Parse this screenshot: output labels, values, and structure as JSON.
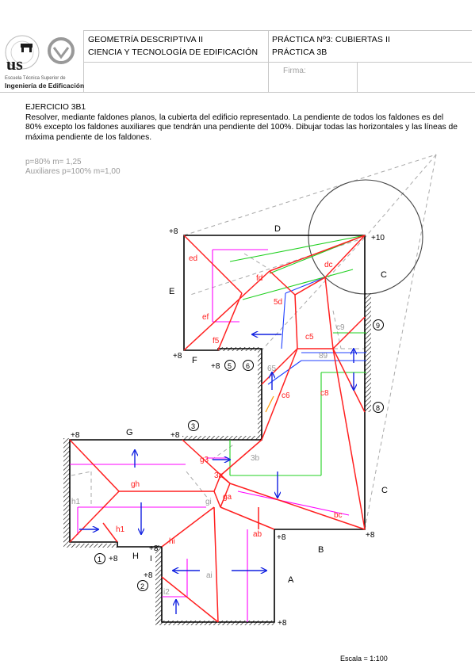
{
  "header": {
    "course": "GEOMETRÍA DESCRIPTIVA II",
    "degree": "CIENCIA Y TECNOLOGÍA DE EDIFICACIÓN",
    "practice": "PRÁCTICA Nº3: CUBIERTAS II",
    "practice_sub": "PRÁCTICA 3B",
    "firma": "Firma:",
    "logo_school_small": "Escuela Técnica Superior de",
    "logo_school_big": "Ingeniería de Edificación",
    "logo_letters": "us"
  },
  "exercise": {
    "title": "EJERCICIO 3B1",
    "body": "Resolver, mediante faldones planos, la cubierta del edificio representado. La pendiente de todos los faldones es del 80% excepto los faldones auxiliares que tendrán una pendiente del 100%. Dibujar todas las horizontales y las líneas de máxima pendiente de los faldones."
  },
  "params": {
    "main": "p=80%   m= 1,25",
    "aux": "Auxiliares p=100% m=1,00"
  },
  "scale": "Escala = 1:100",
  "colors": {
    "ridge": "#ff2020",
    "horizontal": "#ff00ff",
    "contour": "#20d020",
    "slope_arrow": "#1020e0",
    "auxiliary": "#2040ff",
    "dashed": "#aaaaaa",
    "orange": "#ff9900"
  },
  "labels": {
    "elev_top_left": "+8",
    "elev_top_right": "+10",
    "elev_F_left": "+8",
    "elev_F_right": "+8",
    "elev_G_left": "+8",
    "elev_G_right": "+8",
    "elev_1": "+8",
    "elev_H": "+8",
    "elev_I": "+8",
    "elev_B": "+8",
    "elev_BC": "+8",
    "elev_bottom": "+8",
    "letter_D": "D",
    "letter_E": "E",
    "letter_C_top": "C",
    "letter_C_right": "C",
    "letter_F": "F",
    "letter_G": "G",
    "letter_H": "H",
    "letter_I": "I",
    "letter_A": "A",
    "letter_B": "B",
    "circ_1": "1",
    "circ_2": "2",
    "circ_3": "3",
    "circ_5": "5",
    "circ_6": "6",
    "circ_8": "8",
    "circ_9": "9",
    "r_ed": "ed",
    "r_fd": "fd",
    "r_dc": "dc",
    "r_5d": "5d",
    "r_ef": "ef",
    "r_f5": "f5",
    "r_c5": "c5",
    "r_c9": "c9",
    "r_89": "89",
    "r_65": "65",
    "r_c6": "c6",
    "r_c8": "c8",
    "r_g3": "g3",
    "r_3b": "3b",
    "r_3a": "3a",
    "r_gh": "gh",
    "r_gi": "gi",
    "r_ga": "ga",
    "r_h1": "h1",
    "r_h1b": "h1",
    "r_hi": "hi",
    "r_ab": "ab",
    "r_bc": "bc",
    "r_ai": "ai",
    "r_i2": "i2"
  }
}
